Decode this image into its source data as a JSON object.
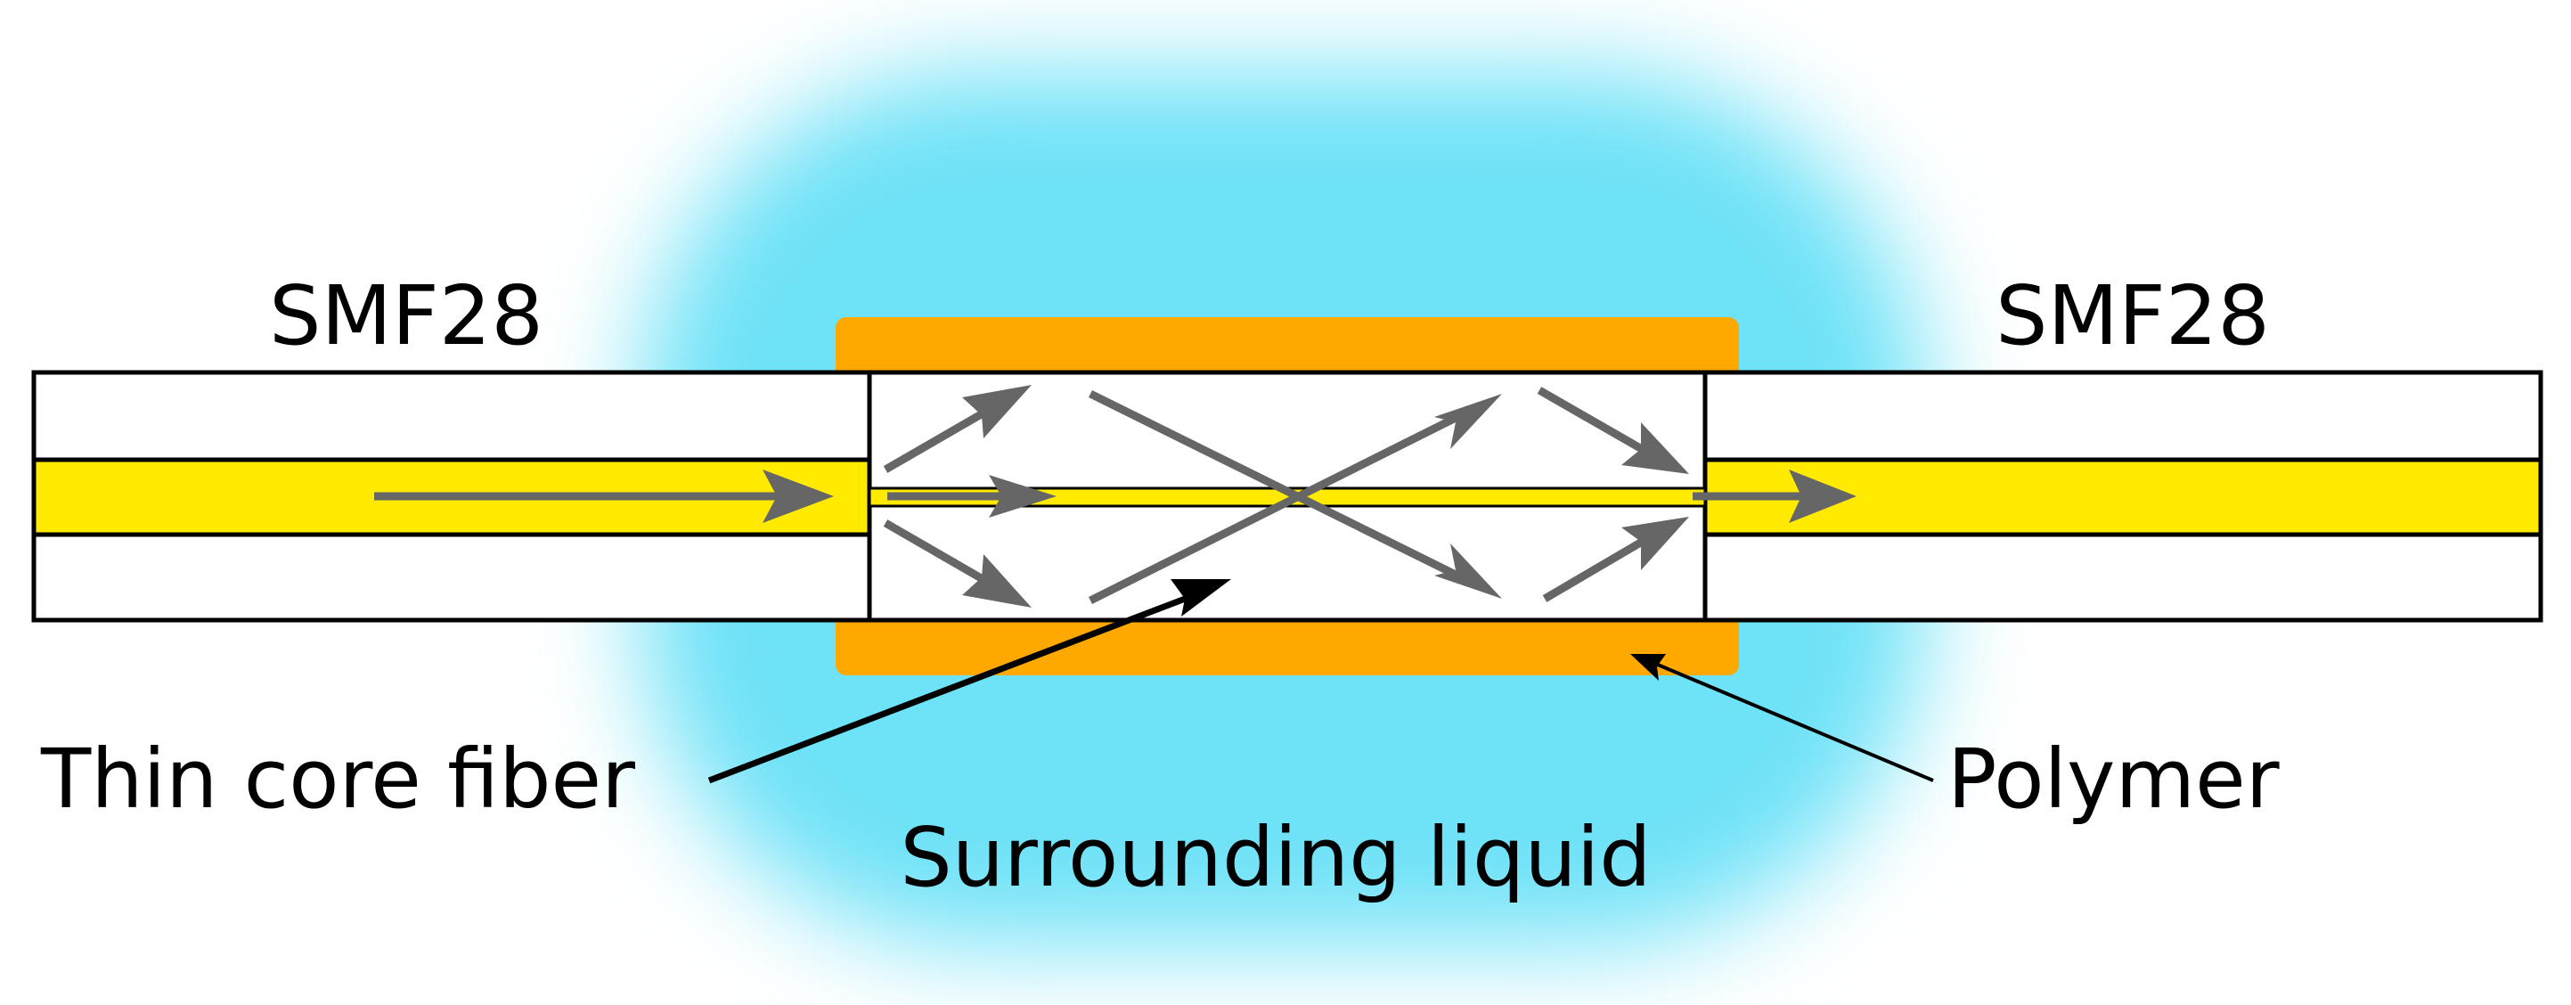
{
  "labels": {
    "smf_left": "SMF28",
    "smf_right": "SMF28",
    "thin_core_fiber": "Thin core fiber",
    "surrounding_liquid": "Surrounding liquid",
    "polymer": "Polymer"
  },
  "colors": {
    "core": "#ffea00",
    "polymer": "#ffa800",
    "liquid": "#6ee2f7",
    "ray_arrows": "#666666",
    "fiber_outline": "#000000"
  }
}
